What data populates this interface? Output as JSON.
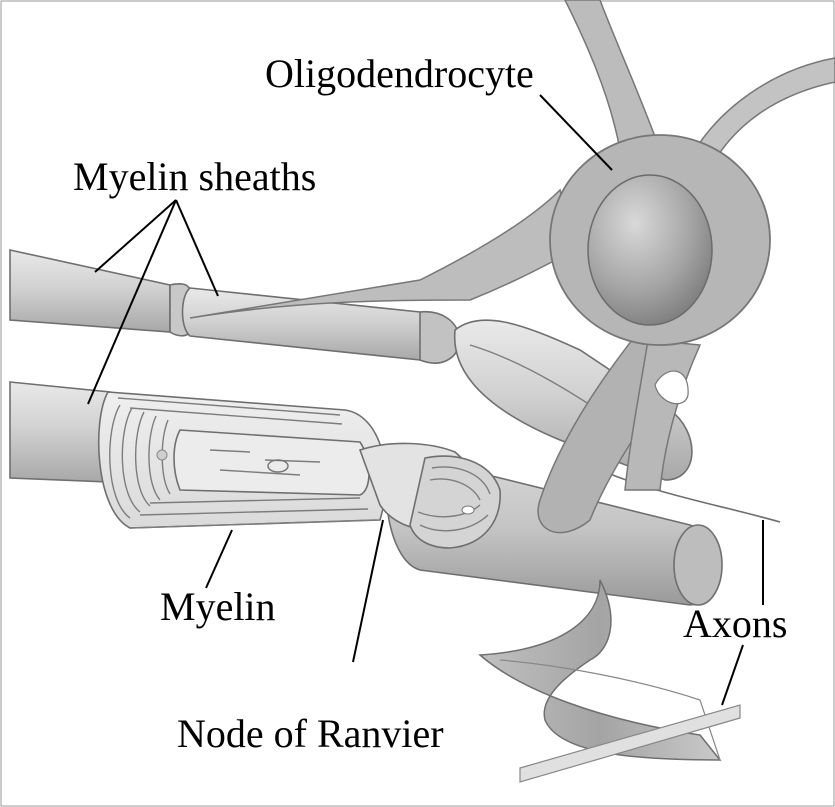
{
  "labels": {
    "oligodendrocyte": "Oligodendrocyte",
    "myelin_sheaths": "Myelin sheaths",
    "myelin": "Myelin",
    "axons": "Axons",
    "node_of_ranvier": "Node of Ranvier"
  },
  "colors": {
    "background": "#ffffff",
    "tissue_light": "#dedede",
    "tissue_mid": "#bdbdbd",
    "tissue_dark": "#8e8e8e",
    "outline": "#6f6f6f",
    "label_text": "#000000"
  }
}
